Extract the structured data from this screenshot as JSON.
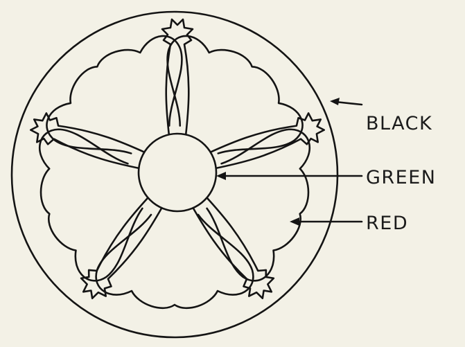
{
  "diagram": {
    "labels": {
      "black": "BLACK",
      "green": "GREEN",
      "red": "RED"
    },
    "colors": {
      "background": "#f3f1e6",
      "ink": "#141414"
    }
  }
}
